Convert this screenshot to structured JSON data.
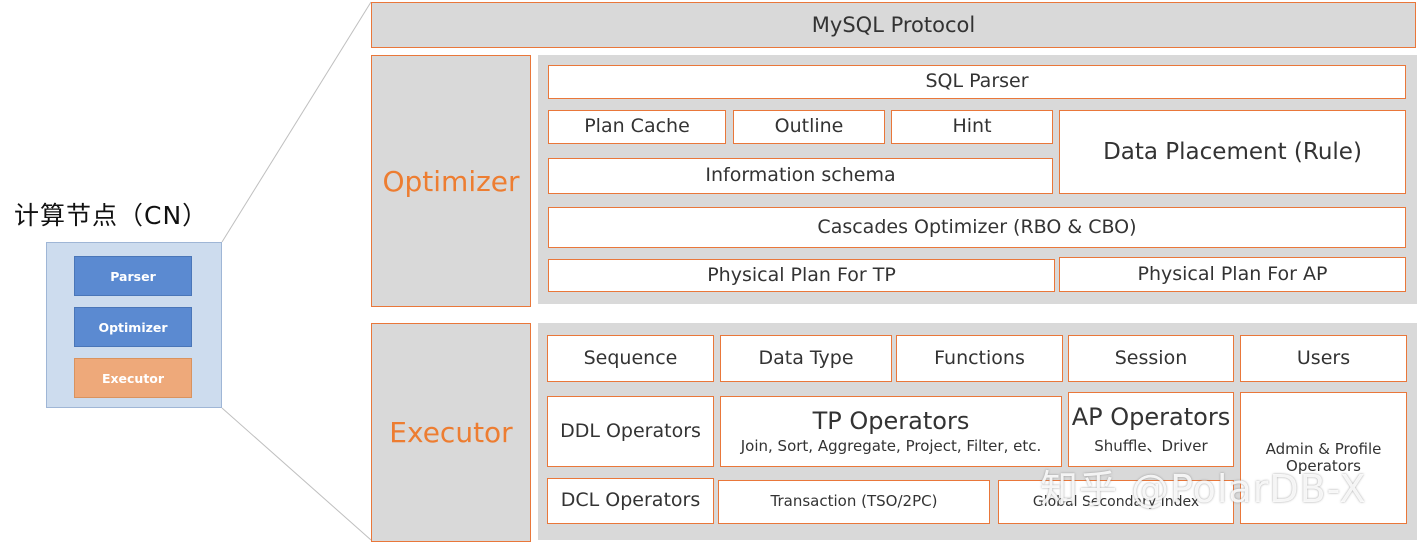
{
  "left": {
    "title": "计算节点（CN）",
    "items": [
      "Parser",
      "Optimizer",
      "Executor"
    ]
  },
  "protocol": "MySQL Protocol",
  "optimizer": {
    "title": "Optimizer",
    "sql_parser": "SQL Parser",
    "plan_cache": "Plan Cache",
    "outline": "Outline",
    "hint": "Hint",
    "data_placement": "Data Placement (Rule)",
    "information_schema": "Information schema",
    "cascades": "Cascades Optimizer (RBO & CBO)",
    "physical_tp": "Physical Plan For TP",
    "physical_ap": "Physical Plan For AP"
  },
  "executor": {
    "title": "Executor",
    "sequence": "Sequence",
    "data_type": "Data Type",
    "functions": "Functions",
    "session": "Session",
    "users": "Users",
    "ddl": "DDL Operators",
    "tp_title": "TP Operators",
    "tp_sub": "Join, Sort, Aggregate, Project, Filter, etc.",
    "ap_title": "AP Operators",
    "ap_sub": "Shuffle、Driver",
    "admin": "Admin & Profile Operators",
    "dcl": "DCL Operators",
    "transaction": "Transaction (TSO/2PC)",
    "gsi": "Global Secondary Index"
  },
  "watermark": "知乎 @PolarDB-X",
  "colors": {
    "accent": "#ed7d31",
    "border": "#e9773a",
    "panel": "#d9d9d9",
    "cn_blue": "#5b8ad1",
    "cn_orange": "#eea97a",
    "cn_bg": "#cddcee"
  }
}
